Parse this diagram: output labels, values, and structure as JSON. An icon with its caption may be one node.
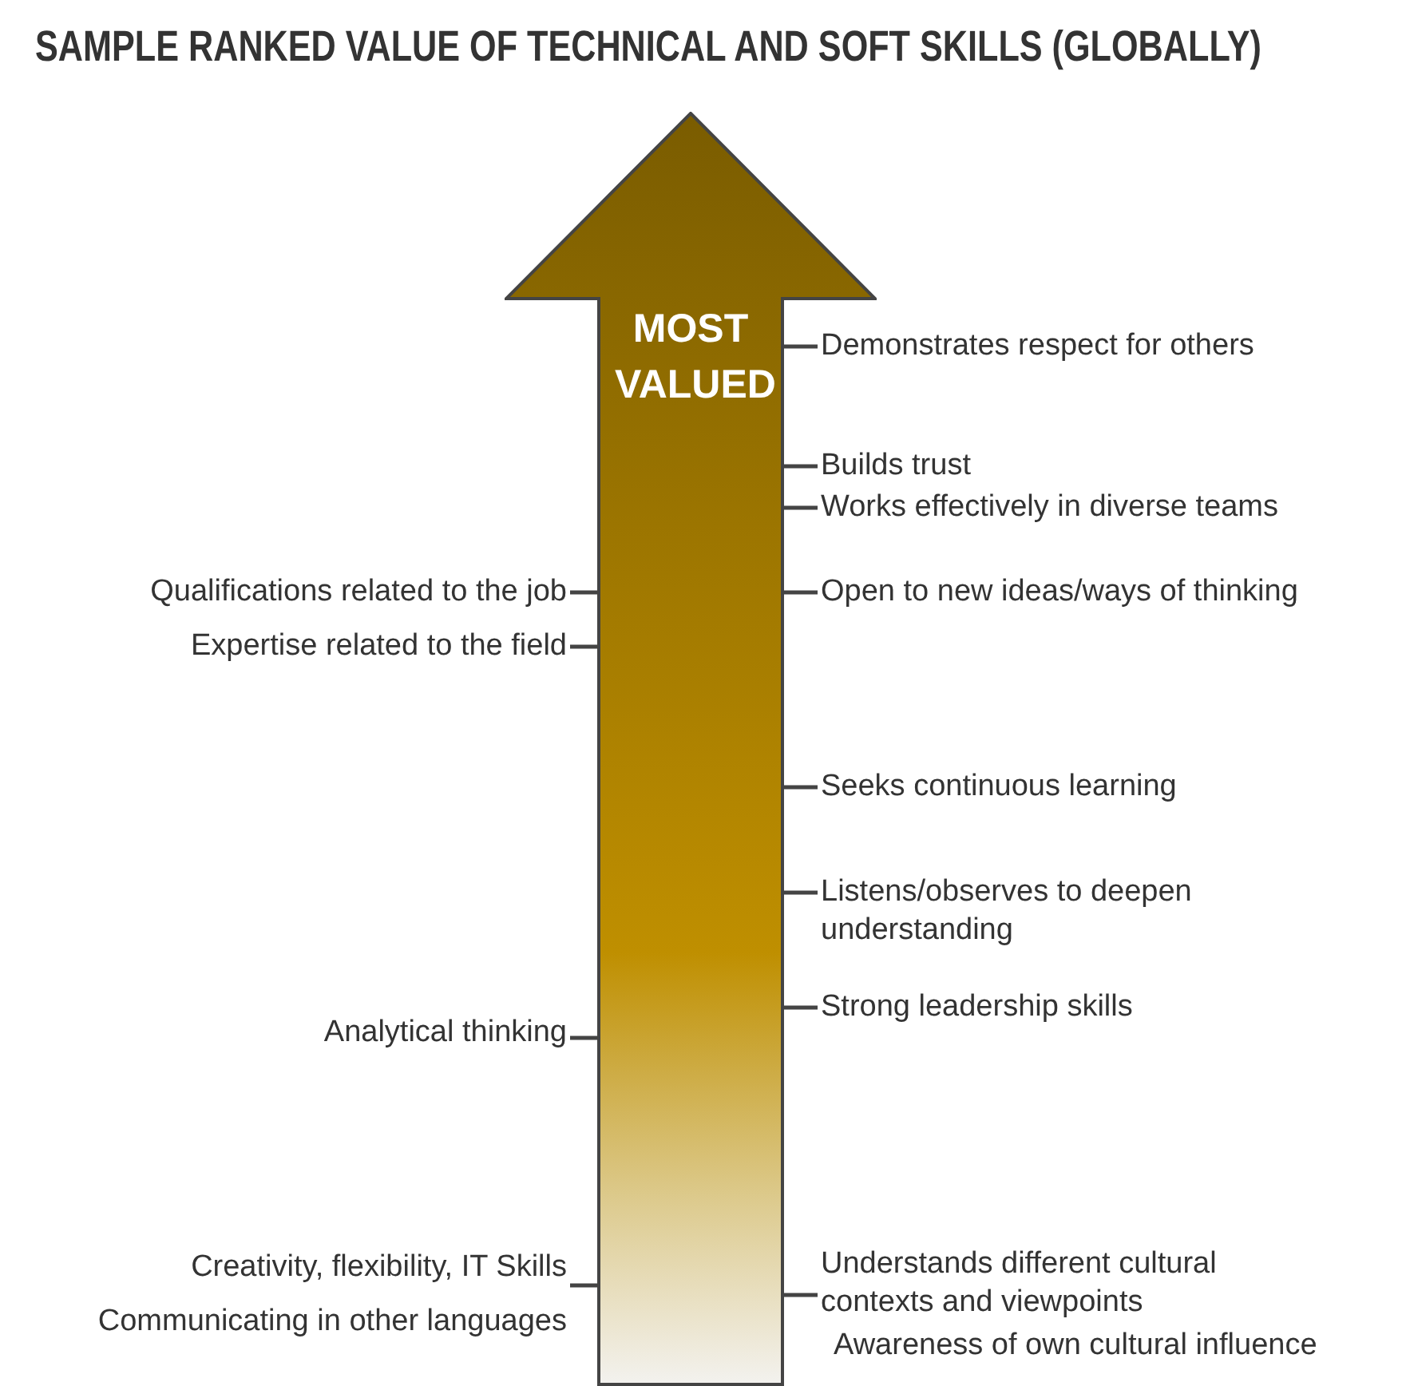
{
  "diagram": {
    "title": "SAMPLE RANKED VALUE OF TECHNICAL AND SOFT SKILLS (GLOBALLY)",
    "nodes": [
      {
        "text": [
          "MOST VALUED"
        ]
      },
      {
        "text": [
          "Demonstrates respect for others"
        ]
      },
      {
        "text": [
          "Builds trust"
        ]
      },
      {
        "text": [
          "Works effectively in diverse teams"
        ]
      },
      {
        "text": [
          "Qualifications related to the job"
        ]
      },
      {
        "text": [
          "Open to new ideas/ways of thinking"
        ]
      },
      {
        "text": [
          "Expertise related to the field"
        ]
      },
      {
        "text": [
          "Seeks continuous learning"
        ]
      },
      {
        "text": [
          "Listens/observes to deepen understanding"
        ]
      },
      {
        "text": [
          "Strong leadership skills"
        ]
      },
      {
        "text": [
          "Analytical thinking"
        ]
      },
      {
        "text": [
          "Creativity, flexibility, IT Skills"
        ]
      },
      {
        "text": [
          "Understands different cultural contexts and viewpoints"
        ]
      }
    ],
    "edges": [
      {
        "from": 1,
        "to": 0,
        "arrow": "none"
      },
      {
        "from": 2,
        "to": 0,
        "arrow": "none"
      },
      {
        "from": 3,
        "to": 0,
        "arrow": "none"
      },
      {
        "from": 4,
        "to": 0,
        "arrow": "none"
      },
      {
        "from": 5,
        "to": 0,
        "arrow": "none"
      },
      {
        "from": 6,
        "to": 0,
        "arrow": "none"
      },
      {
        "from": 7,
        "to": 0,
        "arrow": "none"
      },
      {
        "from": 8,
        "to": 0,
        "arrow": "none"
      },
      {
        "from": 9,
        "to": 0,
        "arrow": "none"
      },
      {
        "from": 10,
        "to": 0,
        "arrow": "none"
      },
      {
        "from": 11,
        "to": 0,
        "arrow": "none"
      },
      {
        "from": 12,
        "to": 0,
        "arrow": "none"
      }
    ],
    "labels": [
      "Communicating in other languages",
      "Awareness of own cultural influence"
    ]
  }
}
